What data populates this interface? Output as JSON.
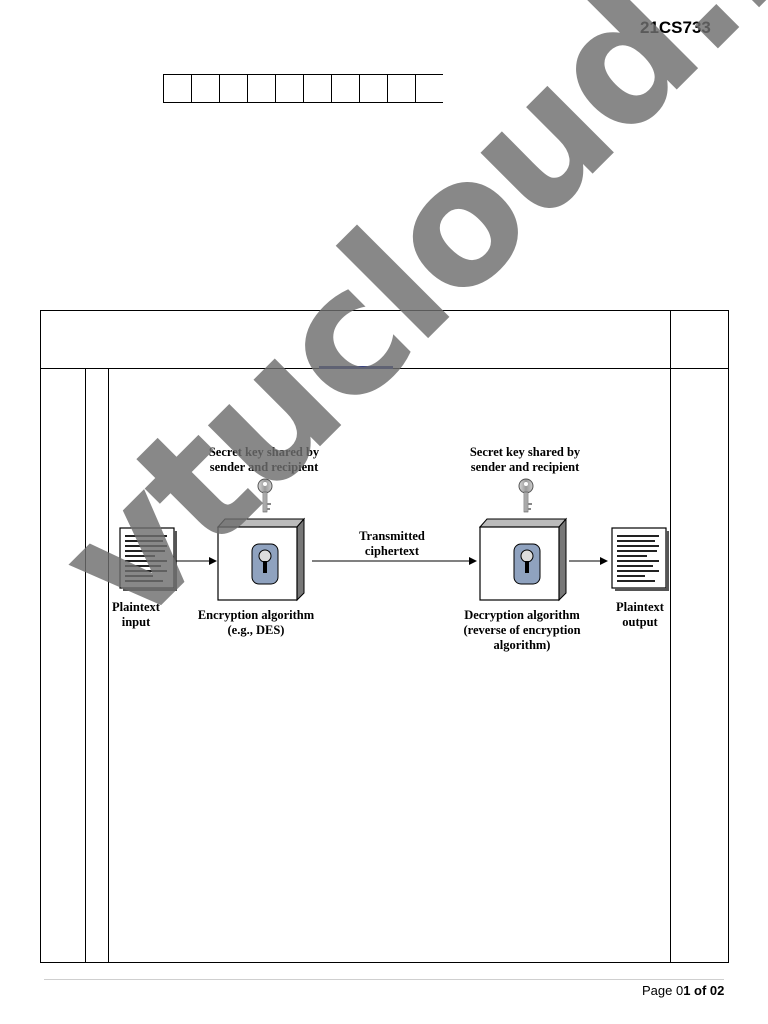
{
  "header": {
    "subject_code": "21CS733"
  },
  "usn": {
    "box_count": 10
  },
  "diagram": {
    "key_label_left_1": "Secret key shared by",
    "key_label_left_2": "sender and recipient",
    "key_label_right_1": "Secret key shared by",
    "key_label_right_2": "sender and recipient",
    "transmitted_1": "Transmitted",
    "transmitted_2": "ciphertext",
    "plaintext_input_1": "Plaintext",
    "plaintext_input_2": "input",
    "encryption_1": "Encryption algorithm",
    "encryption_2": "(e.g., DES)",
    "decryption_1": "Decryption algorithm",
    "decryption_2": "(reverse of encryption",
    "decryption_3": "algorithm)",
    "plaintext_output_1": "Plaintext",
    "plaintext_output_2": "output"
  },
  "watermark": {
    "text": "vtucloud.in"
  },
  "footer": {
    "page_prefix": "Page 0",
    "page_suffix": "1 of 02"
  }
}
